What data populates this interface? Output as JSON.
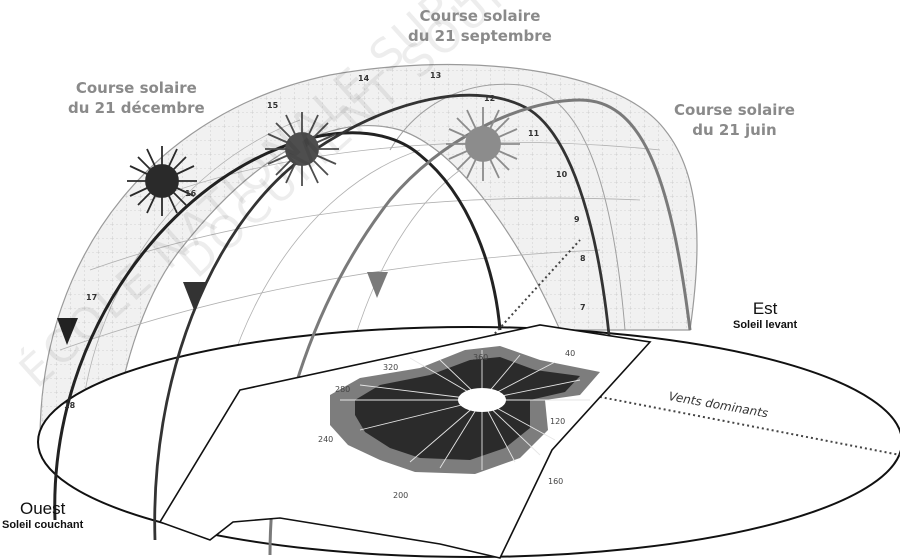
{
  "labels": {
    "dec_line1": "Course solaire",
    "dec_line2": "du 21 décembre",
    "sep_line1": "Course solaire",
    "sep_line2": "du 21 septembre",
    "jun_line1": "Course solaire",
    "jun_line2": "du 21 juin"
  },
  "directions": {
    "east": "Est",
    "east_sub": "Soleil levant",
    "west": "Ouest",
    "west_sub": "Soleil couchant",
    "winds": "Vents dominants"
  },
  "hours": [
    "7",
    "8",
    "9",
    "10",
    "11",
    "12",
    "13",
    "14",
    "15",
    "16",
    "17",
    "18"
  ],
  "wind_rose_degrees": [
    "320",
    "360",
    "40",
    "280",
    "120",
    "240",
    "160",
    "200"
  ],
  "watermark": [
    "ÉCOLE NATIONALE SUPÉRIEURE",
    "DOCUMENT SOUMIS"
  ],
  "colors": {
    "sun_december": "#2a2a2a",
    "sun_september": "#4e4e4e",
    "sun_june": "#8c8c8c",
    "label_gray": "#8a8a8a"
  }
}
